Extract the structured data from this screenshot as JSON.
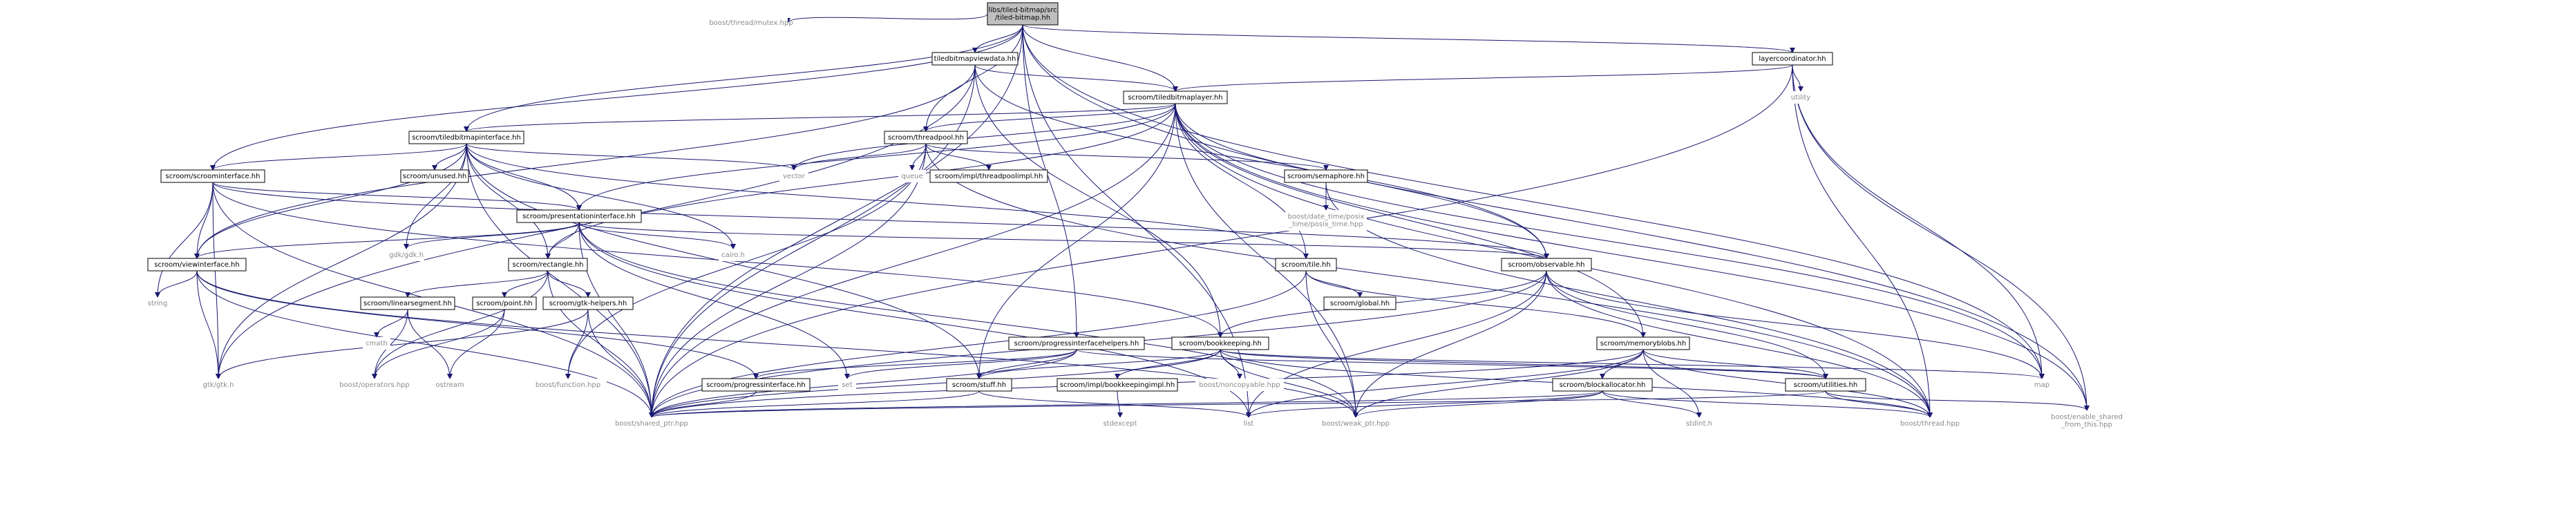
{
  "colors": {
    "edge": "#191970",
    "root_fill": "#bfbfbf",
    "node_fill": "#ffffff",
    "node_border": "#000000",
    "external_text": "#8a8a8a",
    "internal_text": "#000000"
  },
  "nodes": [
    {
      "id": "root",
      "lines": [
        "libs/tiled-bitmap/src",
        "/tiled-bitmap.hh"
      ],
      "kind": "root"
    },
    {
      "id": "mutex",
      "lines": [
        "boost/thread/mutex.hpp"
      ],
      "kind": "external"
    },
    {
      "id": "viewdata",
      "lines": [
        "tiledbitmapviewdata.hh"
      ],
      "kind": "internal"
    },
    {
      "id": "layercoord",
      "lines": [
        "layercoordinator.hh"
      ],
      "kind": "internal"
    },
    {
      "id": "utility",
      "lines": [
        "utility"
      ],
      "kind": "external"
    },
    {
      "id": "layer",
      "lines": [
        "scroom/tiledbitmaplayer.hh"
      ],
      "kind": "internal"
    },
    {
      "id": "tbmi",
      "lines": [
        "scroom/tiledbitmapinterface.hh"
      ],
      "kind": "internal"
    },
    {
      "id": "threadpool",
      "lines": [
        "scroom/threadpool.hh"
      ],
      "kind": "internal"
    },
    {
      "id": "vector",
      "lines": [
        "vector"
      ],
      "kind": "external"
    },
    {
      "id": "queue",
      "lines": [
        "queue"
      ],
      "kind": "external"
    },
    {
      "id": "threadpoolimpl",
      "lines": [
        "scroom/impl/threadpoolimpl.hh"
      ],
      "kind": "internal"
    },
    {
      "id": "semaphore",
      "lines": [
        "scroom/semaphore.hh"
      ],
      "kind": "internal"
    },
    {
      "id": "posix",
      "lines": [
        "boost/date_time/posix",
        "_time/posix_time.hpp"
      ],
      "kind": "external"
    },
    {
      "id": "scroomif",
      "lines": [
        "scroom/scroominterface.hh"
      ],
      "kind": "internal"
    },
    {
      "id": "unused",
      "lines": [
        "scroom/unused.hh"
      ],
      "kind": "internal"
    },
    {
      "id": "presif",
      "lines": [
        "scroom/presentationinterface.hh"
      ],
      "kind": "internal"
    },
    {
      "id": "gdk",
      "lines": [
        "gdk/gdk.h"
      ],
      "kind": "external"
    },
    {
      "id": "cairo",
      "lines": [
        "cairo.h"
      ],
      "kind": "external"
    },
    {
      "id": "viewif",
      "lines": [
        "scroom/viewinterface.hh"
      ],
      "kind": "internal"
    },
    {
      "id": "string",
      "lines": [
        "string"
      ],
      "kind": "external"
    },
    {
      "id": "rect",
      "lines": [
        "scroom/rectangle.hh"
      ],
      "kind": "internal"
    },
    {
      "id": "linseg",
      "lines": [
        "scroom/linearsegment.hh"
      ],
      "kind": "internal"
    },
    {
      "id": "point",
      "lines": [
        "scroom/point.hh"
      ],
      "kind": "internal"
    },
    {
      "id": "gtkhelp",
      "lines": [
        "scroom/gtk-helpers.hh"
      ],
      "kind": "internal"
    },
    {
      "id": "cmath",
      "lines": [
        "cmath"
      ],
      "kind": "external"
    },
    {
      "id": "gtk",
      "lines": [
        "gtk/gtk.h"
      ],
      "kind": "external"
    },
    {
      "id": "operators",
      "lines": [
        "boost/operators.hpp"
      ],
      "kind": "external"
    },
    {
      "id": "ostream",
      "lines": [
        "ostream"
      ],
      "kind": "external"
    },
    {
      "id": "function",
      "lines": [
        "boost/function.hpp"
      ],
      "kind": "external"
    },
    {
      "id": "tile",
      "lines": [
        "scroom/tile.hh"
      ],
      "kind": "internal"
    },
    {
      "id": "global",
      "lines": [
        "scroom/global.hh"
      ],
      "kind": "internal"
    },
    {
      "id": "observable",
      "lines": [
        "scroom/observable.hh"
      ],
      "kind": "internal"
    },
    {
      "id": "progressifh",
      "lines": [
        "scroom/progressinterfacehelpers.hh"
      ],
      "kind": "internal"
    },
    {
      "id": "progressif",
      "lines": [
        "scroom/progressinterface.hh"
      ],
      "kind": "internal"
    },
    {
      "id": "set",
      "lines": [
        "set"
      ],
      "kind": "external"
    },
    {
      "id": "bookkeeping",
      "lines": [
        "scroom/bookkeeping.hh"
      ],
      "kind": "internal"
    },
    {
      "id": "noncopyable",
      "lines": [
        "boost/noncopyable.hpp"
      ],
      "kind": "external"
    },
    {
      "id": "bkimpl",
      "lines": [
        "scroom/impl/bookkeepingimpl.hh"
      ],
      "kind": "internal"
    },
    {
      "id": "stdexcept",
      "lines": [
        "stdexcept"
      ],
      "kind": "external"
    },
    {
      "id": "stuff",
      "lines": [
        "scroom/stuff.hh"
      ],
      "kind": "internal"
    },
    {
      "id": "memblobs",
      "lines": [
        "scroom/memoryblobs.hh"
      ],
      "kind": "internal"
    },
    {
      "id": "blockalloc",
      "lines": [
        "scroom/blockallocator.hh"
      ],
      "kind": "internal"
    },
    {
      "id": "stdint",
      "lines": [
        "stdint.h"
      ],
      "kind": "external"
    },
    {
      "id": "utilities",
      "lines": [
        "scroom/utilities.hh"
      ],
      "kind": "internal"
    },
    {
      "id": "map",
      "lines": [
        "map"
      ],
      "kind": "external"
    },
    {
      "id": "list",
      "lines": [
        "list"
      ],
      "kind": "external"
    },
    {
      "id": "sharedptr",
      "lines": [
        "boost/shared_ptr.hpp"
      ],
      "kind": "external"
    },
    {
      "id": "weakptr",
      "lines": [
        "boost/weak_ptr.hpp"
      ],
      "kind": "external"
    },
    {
      "id": "thread",
      "lines": [
        "boost/thread.hpp"
      ],
      "kind": "external"
    },
    {
      "id": "enableshared",
      "lines": [
        "boost/enable_shared",
        "_from_this.hpp"
      ],
      "kind": "external"
    }
  ],
  "edges": [
    [
      "root",
      "mutex"
    ],
    [
      "root",
      "viewdata"
    ],
    [
      "root",
      "layercoord"
    ],
    [
      "root",
      "layer"
    ],
    [
      "root",
      "threadpool"
    ],
    [
      "root",
      "scroomif"
    ],
    [
      "root",
      "tbmi"
    ],
    [
      "root",
      "progressifh"
    ],
    [
      "root",
      "map"
    ],
    [
      "root",
      "list"
    ],
    [
      "root",
      "sharedptr"
    ],
    [
      "root",
      "enableshared"
    ],
    [
      "viewdata",
      "layer"
    ],
    [
      "viewdata",
      "viewif"
    ],
    [
      "viewdata",
      "gtk"
    ],
    [
      "viewdata",
      "sharedptr"
    ],
    [
      "viewdata",
      "bookkeeping"
    ],
    [
      "viewdata",
      "observable"
    ],
    [
      "layercoord",
      "utility"
    ],
    [
      "layercoord",
      "map"
    ],
    [
      "layercoord",
      "layer"
    ],
    [
      "layercoord",
      "thread"
    ],
    [
      "layercoord",
      "enableshared"
    ],
    [
      "layercoord",
      "sharedptr"
    ],
    [
      "layer",
      "tbmi"
    ],
    [
      "layer",
      "threadpool"
    ],
    [
      "layer",
      "vector"
    ],
    [
      "layer",
      "rect"
    ],
    [
      "layer",
      "presif"
    ],
    [
      "layer",
      "tile"
    ],
    [
      "layer",
      "observable"
    ],
    [
      "layer",
      "memblobs"
    ],
    [
      "layer",
      "thread"
    ],
    [
      "layer",
      "map"
    ],
    [
      "layer",
      "weakptr"
    ],
    [
      "layer",
      "stuff"
    ],
    [
      "layer",
      "sharedptr"
    ],
    [
      "layer",
      "enableshared"
    ],
    [
      "tbmi",
      "scroomif"
    ],
    [
      "tbmi",
      "unused"
    ],
    [
      "tbmi",
      "vector"
    ],
    [
      "tbmi",
      "presif"
    ],
    [
      "tbmi",
      "gdk"
    ],
    [
      "tbmi",
      "cairo"
    ],
    [
      "tbmi",
      "viewif"
    ],
    [
      "tbmi",
      "rect"
    ],
    [
      "tbmi",
      "gtk"
    ],
    [
      "tbmi",
      "tile"
    ],
    [
      "tbmi",
      "stuff"
    ],
    [
      "tbmi",
      "sharedptr"
    ],
    [
      "threadpool",
      "vector"
    ],
    [
      "threadpool",
      "queue"
    ],
    [
      "threadpool",
      "threadpoolimpl"
    ],
    [
      "threadpool",
      "semaphore"
    ],
    [
      "threadpool",
      "function"
    ],
    [
      "threadpool",
      "thread"
    ],
    [
      "threadpool",
      "sharedptr"
    ],
    [
      "semaphore",
      "posix"
    ],
    [
      "semaphore",
      "thread"
    ],
    [
      "scroomif",
      "presif"
    ],
    [
      "scroomif",
      "viewif"
    ],
    [
      "scroomif",
      "string"
    ],
    [
      "scroomif",
      "gtk"
    ],
    [
      "scroomif",
      "observable"
    ],
    [
      "scroomif",
      "sharedptr"
    ],
    [
      "scroomif",
      "bookkeeping"
    ],
    [
      "presif",
      "viewif"
    ],
    [
      "presif",
      "gdk"
    ],
    [
      "presif",
      "cairo"
    ],
    [
      "presif",
      "rect"
    ],
    [
      "presif",
      "set"
    ],
    [
      "presif",
      "observable"
    ],
    [
      "presif",
      "list"
    ],
    [
      "presif",
      "sharedptr"
    ],
    [
      "presif",
      "weakptr"
    ],
    [
      "viewif",
      "string"
    ],
    [
      "viewif",
      "gtk"
    ],
    [
      "viewif",
      "sharedptr"
    ],
    [
      "viewif",
      "progressif"
    ],
    [
      "viewif",
      "weakptr"
    ],
    [
      "rect",
      "linseg"
    ],
    [
      "rect",
      "point"
    ],
    [
      "rect",
      "gtkhelp"
    ],
    [
      "rect",
      "operators"
    ],
    [
      "rect",
      "sharedptr"
    ],
    [
      "linseg",
      "cmath"
    ],
    [
      "linseg",
      "ostream"
    ],
    [
      "linseg",
      "operators"
    ],
    [
      "point",
      "ostream"
    ],
    [
      "point",
      "operators"
    ],
    [
      "gtkhelp",
      "gtk"
    ],
    [
      "gtkhelp",
      "function"
    ],
    [
      "gtkhelp",
      "sharedptr"
    ],
    [
      "tile",
      "global"
    ],
    [
      "tile",
      "memblobs"
    ],
    [
      "tile",
      "sharedptr"
    ],
    [
      "tile",
      "weakptr"
    ],
    [
      "observable",
      "bookkeeping"
    ],
    [
      "observable",
      "utilities"
    ],
    [
      "observable",
      "list"
    ],
    [
      "observable",
      "map"
    ],
    [
      "observable",
      "weakptr"
    ],
    [
      "observable",
      "sharedptr"
    ],
    [
      "observable",
      "thread"
    ],
    [
      "progressifh",
      "progressif"
    ],
    [
      "progressifh",
      "set"
    ],
    [
      "progressifh",
      "stuff"
    ],
    [
      "progressifh",
      "utilities"
    ],
    [
      "progressifh",
      "sharedptr"
    ],
    [
      "progressif",
      "sharedptr"
    ],
    [
      "bookkeeping",
      "noncopyable"
    ],
    [
      "bookkeeping",
      "bkimpl"
    ],
    [
      "bookkeeping",
      "stuff"
    ],
    [
      "bookkeeping",
      "utilities"
    ],
    [
      "bookkeeping",
      "map"
    ],
    [
      "bookkeeping",
      "weakptr"
    ],
    [
      "bookkeeping",
      "sharedptr"
    ],
    [
      "bookkeeping",
      "thread"
    ],
    [
      "bkimpl",
      "stdexcept"
    ],
    [
      "stuff",
      "sharedptr"
    ],
    [
      "stuff",
      "list"
    ],
    [
      "memblobs",
      "blockalloc"
    ],
    [
      "memblobs",
      "utilities"
    ],
    [
      "memblobs",
      "stdint"
    ],
    [
      "memblobs",
      "list"
    ],
    [
      "memblobs",
      "sharedptr"
    ],
    [
      "memblobs",
      "thread"
    ],
    [
      "memblobs",
      "weakptr"
    ],
    [
      "blockalloc",
      "stdint"
    ],
    [
      "blockalloc",
      "list"
    ],
    [
      "blockalloc",
      "sharedptr"
    ],
    [
      "blockalloc",
      "weakptr"
    ],
    [
      "blockalloc",
      "thread"
    ],
    [
      "utilities",
      "thread"
    ],
    [
      "utilities",
      "enableshared"
    ],
    [
      "utilities",
      "sharedptr"
    ]
  ]
}
